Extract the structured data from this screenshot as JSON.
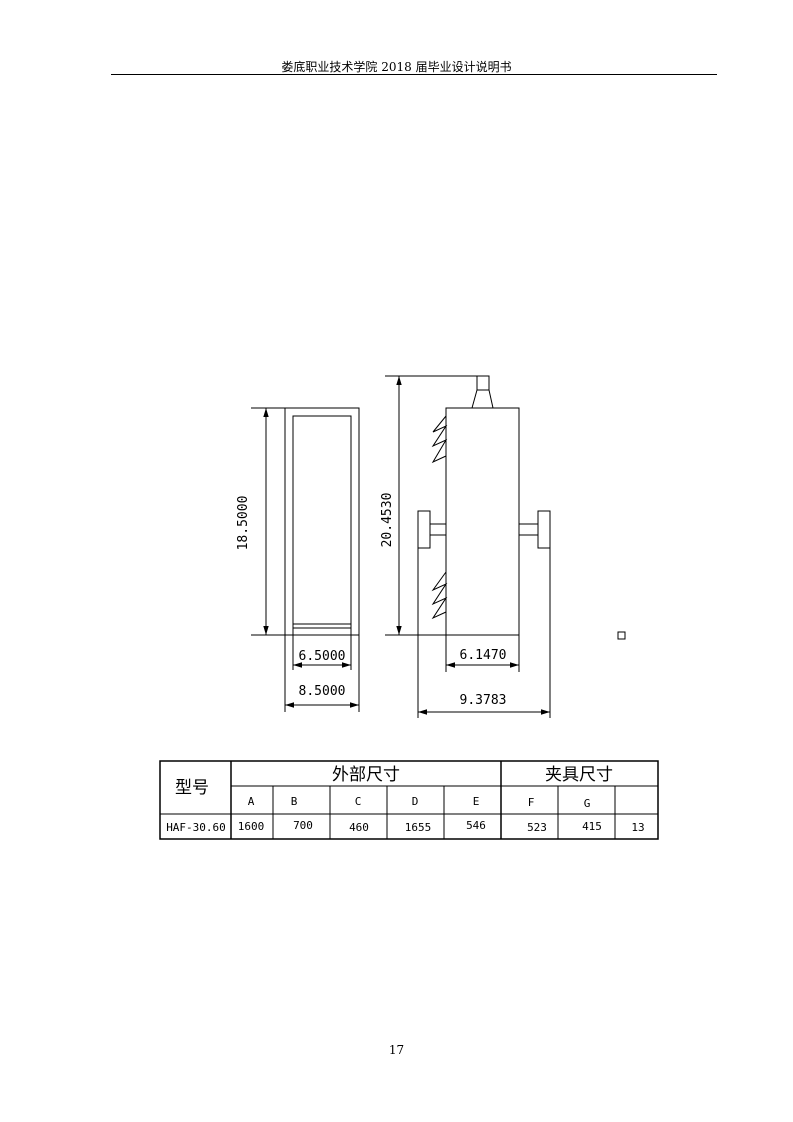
{
  "header": {
    "title": "娄底职业技术学院 2018 届毕业设计说明书"
  },
  "drawing": {
    "front_view": {
      "height_label": "18.5000",
      "inner_width_label": "6.5000",
      "outer_width_label": "8.5000"
    },
    "side_view": {
      "height_label": "20.4530",
      "body_width_label": "6.1470",
      "total_width_label": "9.3783"
    }
  },
  "table": {
    "model_header": "型号",
    "outer_dims_header": "外部尺寸",
    "clamp_dims_header": "夹具尺寸",
    "columns": [
      "A",
      "B",
      "C",
      "D",
      "E",
      "F",
      "G",
      ""
    ],
    "row": {
      "model": "HAF-30.60",
      "values": [
        "1600",
        "700",
        "460",
        "1655",
        "546",
        "523",
        "415",
        "13"
      ]
    }
  },
  "footer": {
    "page_number": "17"
  }
}
